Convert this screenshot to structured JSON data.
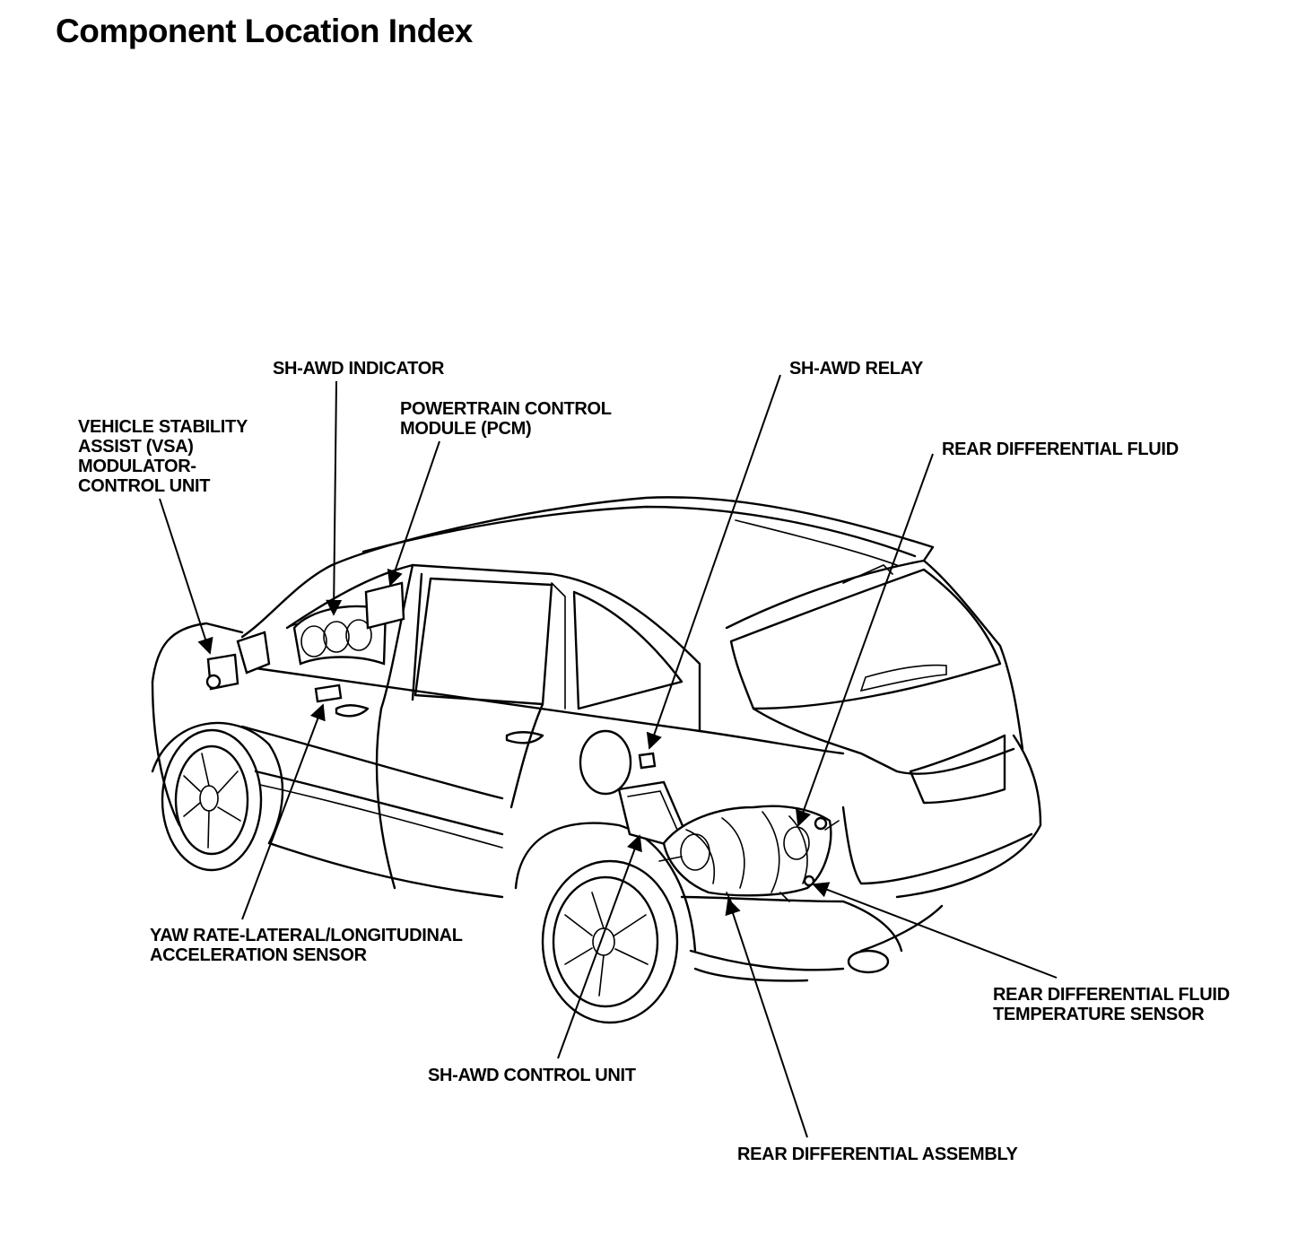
{
  "title": "Component Location Index",
  "labels": {
    "sh_awd_indicator": "SH-AWD INDICATOR",
    "pcm": "POWERTRAIN CONTROL\nMODULE (PCM)",
    "vsa": "VEHICLE STABILITY\nASSIST (VSA)\nMODULATOR-\nCONTROL UNIT",
    "sh_awd_relay": "SH-AWD RELAY",
    "rear_diff_fluid": "REAR DIFFERENTIAL FLUID",
    "yaw_sensor": "YAW RATE-LATERAL/LONGITUDINAL\nACCELERATION SENSOR",
    "rear_diff_temp": "REAR DIFFERENTIAL FLUID\nTEMPERATURE SENSOR",
    "sh_awd_control_unit": "SH-AWD CONTROL UNIT",
    "rear_diff_assembly": "REAR DIFFERENTIAL ASSEMBLY"
  }
}
